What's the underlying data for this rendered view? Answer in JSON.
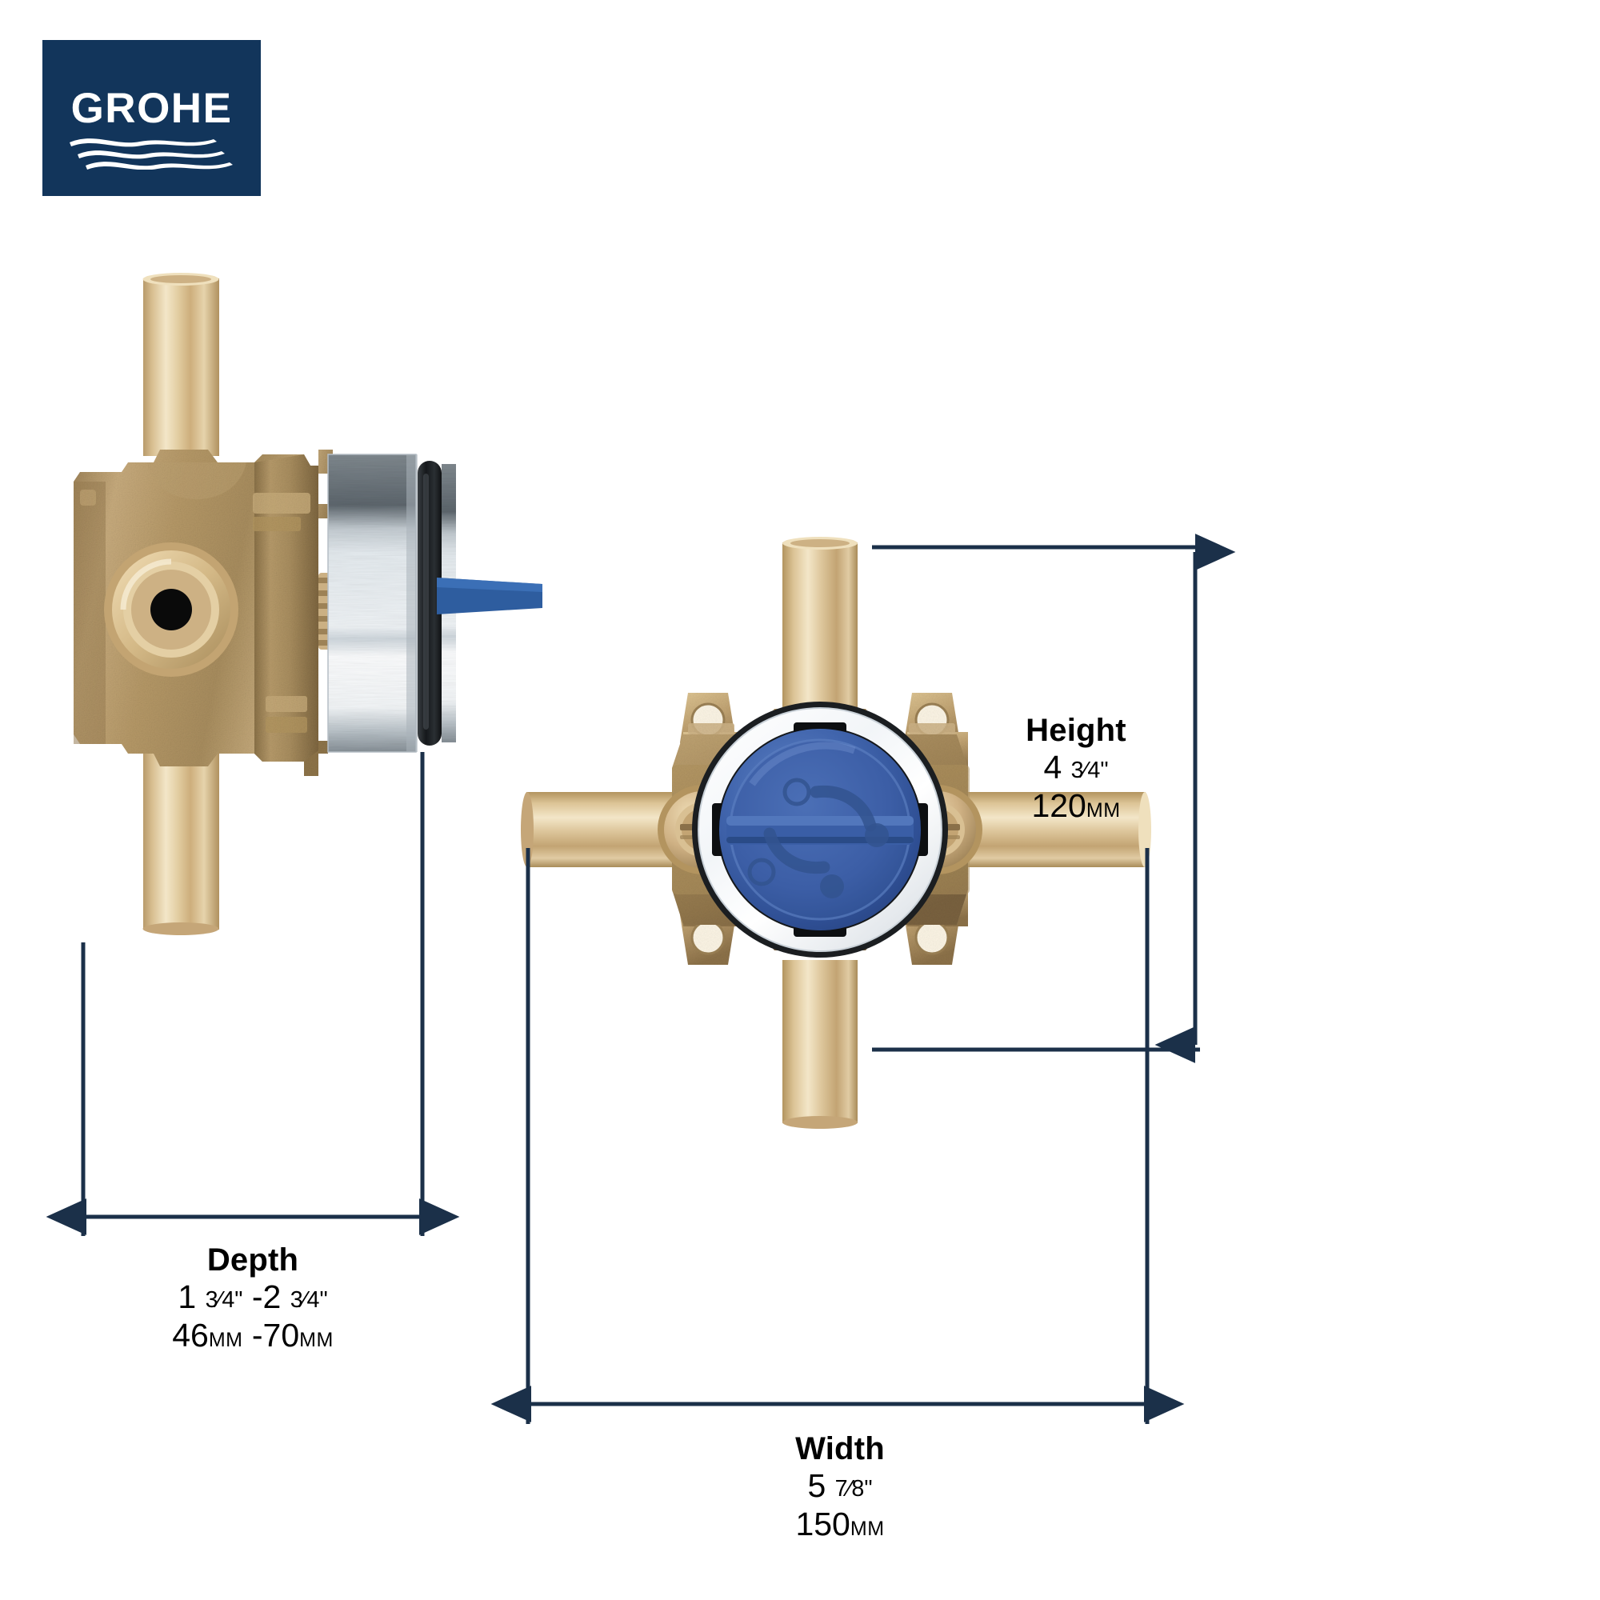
{
  "brand": {
    "name": "GROHE",
    "logo_bg": "#12355b",
    "logo_fg": "#ffffff",
    "waves_icon": "grohe-waves-icon"
  },
  "colors": {
    "dimension_line": "#1b3049",
    "accent_blue": "#2e5d9f",
    "cartridge_blue": "#3a5fa8",
    "brass_light": "#e8d3a9",
    "brass_mid": "#c9ab7b",
    "brass_dark": "#8d7049",
    "steel_light": "#e9eef2",
    "steel_dark": "#6d757c",
    "oring_black": "#181818",
    "chrome_white": "#ffffff",
    "text": "#000000",
    "background": "#ffffff"
  },
  "figures": {
    "side_view": {
      "name": "rough-in valve side view",
      "parts": [
        "brass-body",
        "top-inlet-pipe",
        "bottom-outlet-pipe",
        "port-opening",
        "steel-sleeve",
        "o-ring",
        "blue-plaster-guard-tab"
      ]
    },
    "front_view": {
      "name": "rough-in valve front view",
      "parts": [
        "brass-body",
        "top-pipe",
        "bottom-pipe",
        "left-pipe",
        "right-pipe",
        "mounting-ear-top-left",
        "mounting-ear-top-right",
        "mounting-ear-bottom-left",
        "mounting-ear-bottom-right",
        "check-valve-left",
        "check-valve-right",
        "chrome-ring",
        "blue-cartridge-cap"
      ]
    }
  },
  "dimensions": {
    "depth": {
      "label": "Depth",
      "imperial": "1 3⁄4\" - 2 3⁄4\"",
      "imperial_whole_1": "1",
      "imperial_frac_1": "3⁄4\"",
      "imperial_sep": "-",
      "imperial_whole_2": "2",
      "imperial_frac_2": "3⁄4\"",
      "metric_value_1": "46",
      "metric_unit_1": "MM",
      "metric_sep": "-",
      "metric_value_2": "70",
      "metric_unit_2": "MM"
    },
    "width": {
      "label": "Width",
      "imperial_whole": "5",
      "imperial_frac": "7⁄8\"",
      "metric_value": "150",
      "metric_unit": "MM"
    },
    "height": {
      "label": "Height",
      "imperial_whole": "4",
      "imperial_frac": "3⁄4\"",
      "metric_value": "120",
      "metric_unit": "MM"
    }
  }
}
